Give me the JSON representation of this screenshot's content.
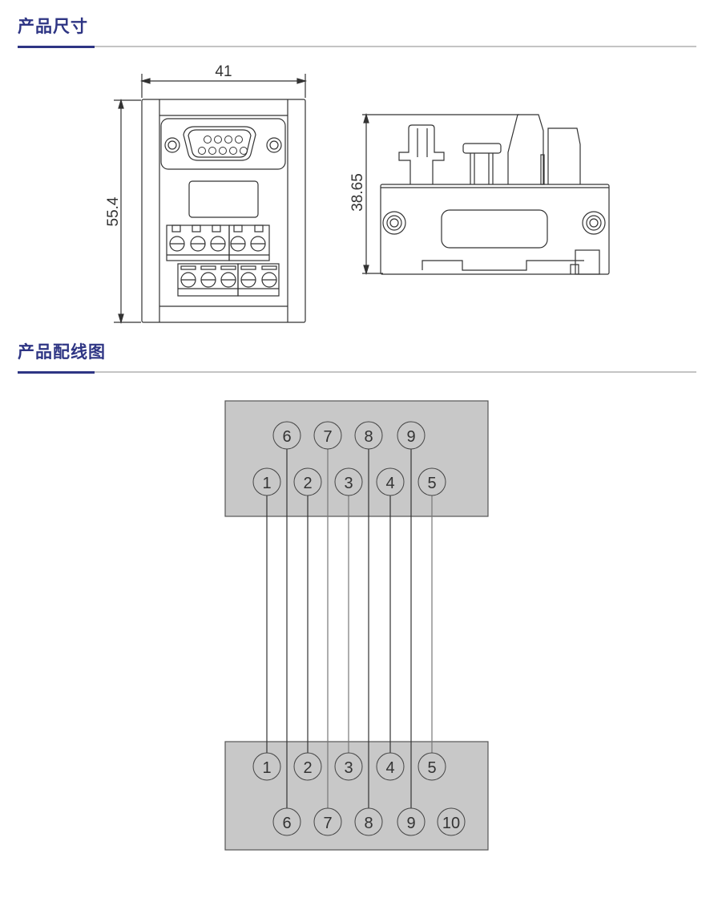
{
  "sections": {
    "dimensions": {
      "title": "产品尺寸"
    },
    "wiring": {
      "title": "产品配线图"
    }
  },
  "dimensions": {
    "front_width": "41",
    "front_height": "55.4",
    "side_height": "38.65"
  },
  "wiring": {
    "top_connector": {
      "row1": [
        "6",
        "7",
        "8",
        "9"
      ],
      "row2": [
        "1",
        "2",
        "3",
        "4",
        "5"
      ]
    },
    "bottom_connector": {
      "row1": [
        "1",
        "2",
        "3",
        "4",
        "5"
      ],
      "row2": [
        "6",
        "7",
        "8",
        "9",
        "10"
      ]
    }
  },
  "colors": {
    "heading": "#2e3584",
    "connector_fill": "#c8c8c8",
    "line": "#333333"
  }
}
